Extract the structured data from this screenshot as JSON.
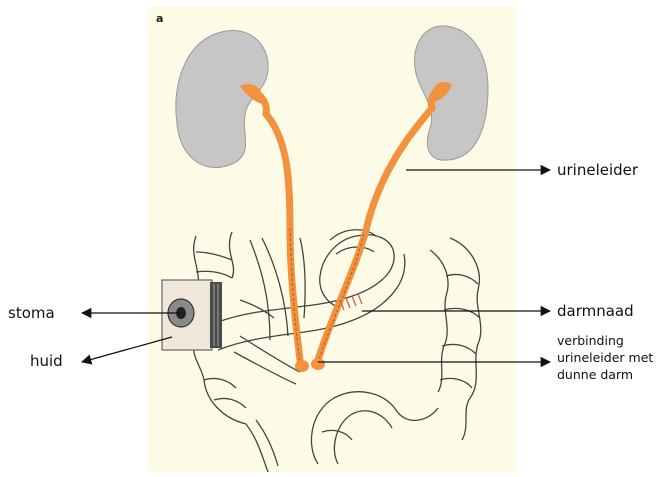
{
  "panel_letter": "a",
  "labels": {
    "urineleider": "urineleider",
    "darmnaad": "darmnaad",
    "stoma": "stoma",
    "huid": "huid",
    "verbinding_line1": "verbinding",
    "verbinding_line2": "urineleider met",
    "verbinding_line3": "dunne darm"
  },
  "colors": {
    "panel_background": "#fdfbe6",
    "kidney": "#c6c6c6",
    "ureter": "#f2923e",
    "outline": "#444444",
    "arrow": "#111111"
  }
}
